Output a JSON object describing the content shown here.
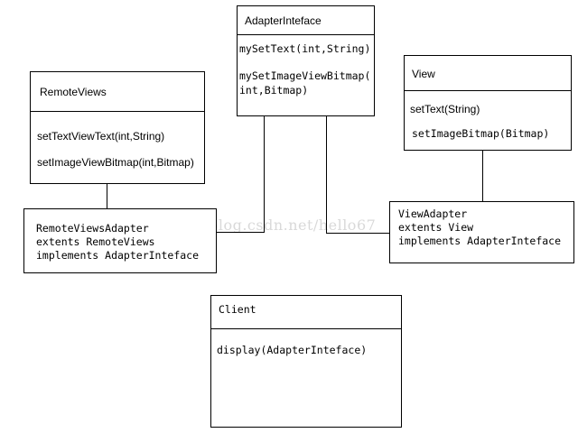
{
  "watermark": "http://blog.csdn.net/hello67",
  "adapter_interface": {
    "name": "AdapterInteface",
    "methods": [
      "mySetText(int,String)",
      "mySetImageViewBitmap(",
      "int,Bitmap)"
    ]
  },
  "remote_views": {
    "name": "RemoteViews",
    "methods": [
      "setTextViewText(int,String)",
      "setImageViewBitmap(int,Bitmap)"
    ]
  },
  "view": {
    "name": "View",
    "methods": [
      "setText(String)",
      "setImageBitmap(Bitmap)"
    ]
  },
  "remote_views_adapter": {
    "lines": [
      "RemoteViewsAdapter",
      "extents RemoteViews",
      "implements AdapterInteface"
    ]
  },
  "view_adapter": {
    "lines": [
      "ViewAdapter",
      "extents View",
      "implements AdapterInteface"
    ]
  },
  "client": {
    "name": "Client",
    "methods": [
      "display(AdapterInteface)"
    ]
  }
}
